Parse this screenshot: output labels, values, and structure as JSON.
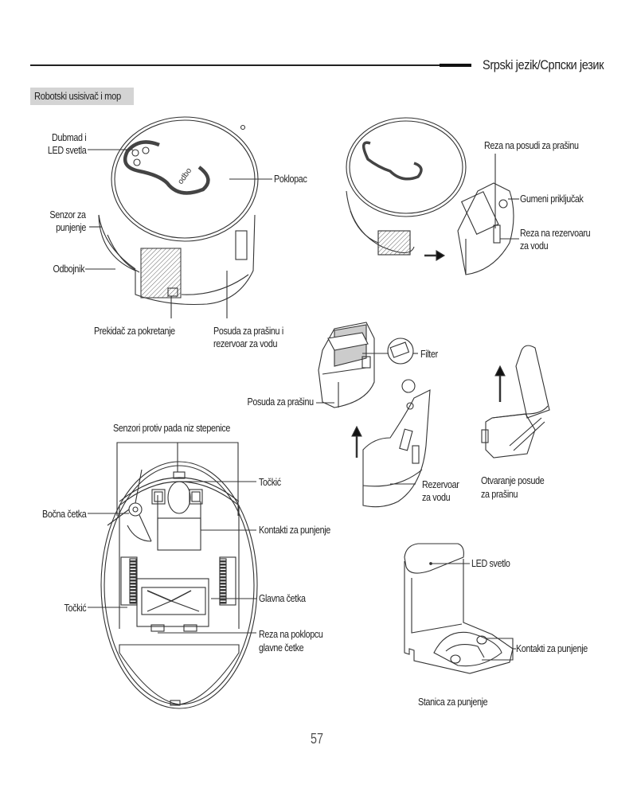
{
  "header": {
    "language": "Srpski jezik/Српски језик"
  },
  "section": {
    "title": "Robotski usisivač i mop"
  },
  "figures": {
    "robot_top": {
      "labels": {
        "buttons_led": [
          "Dubmad i",
          "LED svetla"
        ],
        "cover": "Poklopac",
        "charging_sensor": [
          "Senzor za",
          "punjenje"
        ],
        "bumper": "Odbojnik",
        "power_switch": "Prekidač za pokretanje",
        "dustbin_tank": [
          "Posuda za prašinu i",
          "rezervoar za vodu"
        ]
      }
    },
    "robot_removal": {
      "labels": {
        "dustbin_latch": "Reza na posudi za prašinu",
        "rubber_plug": "Gumeni priključak",
        "tank_latch": [
          "Reza na rezervoaru",
          "za vodu"
        ]
      }
    },
    "dustbin": {
      "labels": {
        "filter": "Filter",
        "dustbin": "Posuda za prašinu",
        "water_tank": [
          "Rezervoar",
          "za vodu"
        ],
        "open_dustbin": [
          "Otvaranje posude",
          "za prašinu"
        ]
      }
    },
    "robot_bottom": {
      "labels": {
        "cliff_sensors": "Senzori protiv pada niz stepenice",
        "caster_wheel": "Točkić",
        "side_brush": "Bočna četka",
        "charging_contacts": "Kontakti za punjenje",
        "wheel": "Točkić",
        "main_brush": "Glavna četka",
        "brush_cover_latch": [
          "Reza na poklopcu",
          "glavne četke"
        ]
      }
    },
    "charging_station": {
      "labels": {
        "led": "LED svetlo",
        "contacts": "Kontakti za punjenje",
        "caption": "Stanica za punjenje"
      }
    }
  },
  "footer": {
    "page_number": "57"
  }
}
